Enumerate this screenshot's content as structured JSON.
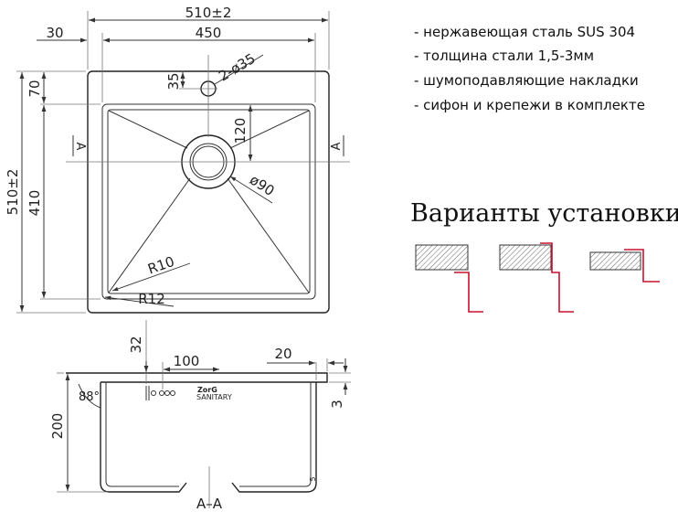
{
  "top_view": {
    "overall_width": "510±2",
    "offset": "30",
    "inner_width": "450",
    "hole_top_offset": "35",
    "hole_label": "2-ø35",
    "side_offset": "70",
    "drain_offset": "120",
    "overall_height": "510±2",
    "inner_height": "410",
    "drain_diameter": "ø90",
    "radius_outer": "R10",
    "radius_inner": "R12",
    "section_mark_left": "A",
    "section_mark_right": "A"
  },
  "section_view": {
    "height": "200",
    "wall_angle": "88°",
    "overflow_offset": "32",
    "overflow_length": "100",
    "rim_width": "20",
    "rim_thickness": "3",
    "bottom_thickness": "5",
    "section_label": "A–A",
    "logo_text": "ZorG",
    "logo_subtext": "SANITARY"
  },
  "features": [
    "- нержавеющая сталь SUS 304",
    "- толщина стали 1,5-3мм",
    "- шумоподавляющие накладки",
    "- сифон и крепежи в комплекте"
  ],
  "installation": {
    "title": "Варианты установки",
    "accent_color": "#c8102e",
    "variants": [
      "undermount",
      "flush-mount",
      "overmount"
    ]
  }
}
